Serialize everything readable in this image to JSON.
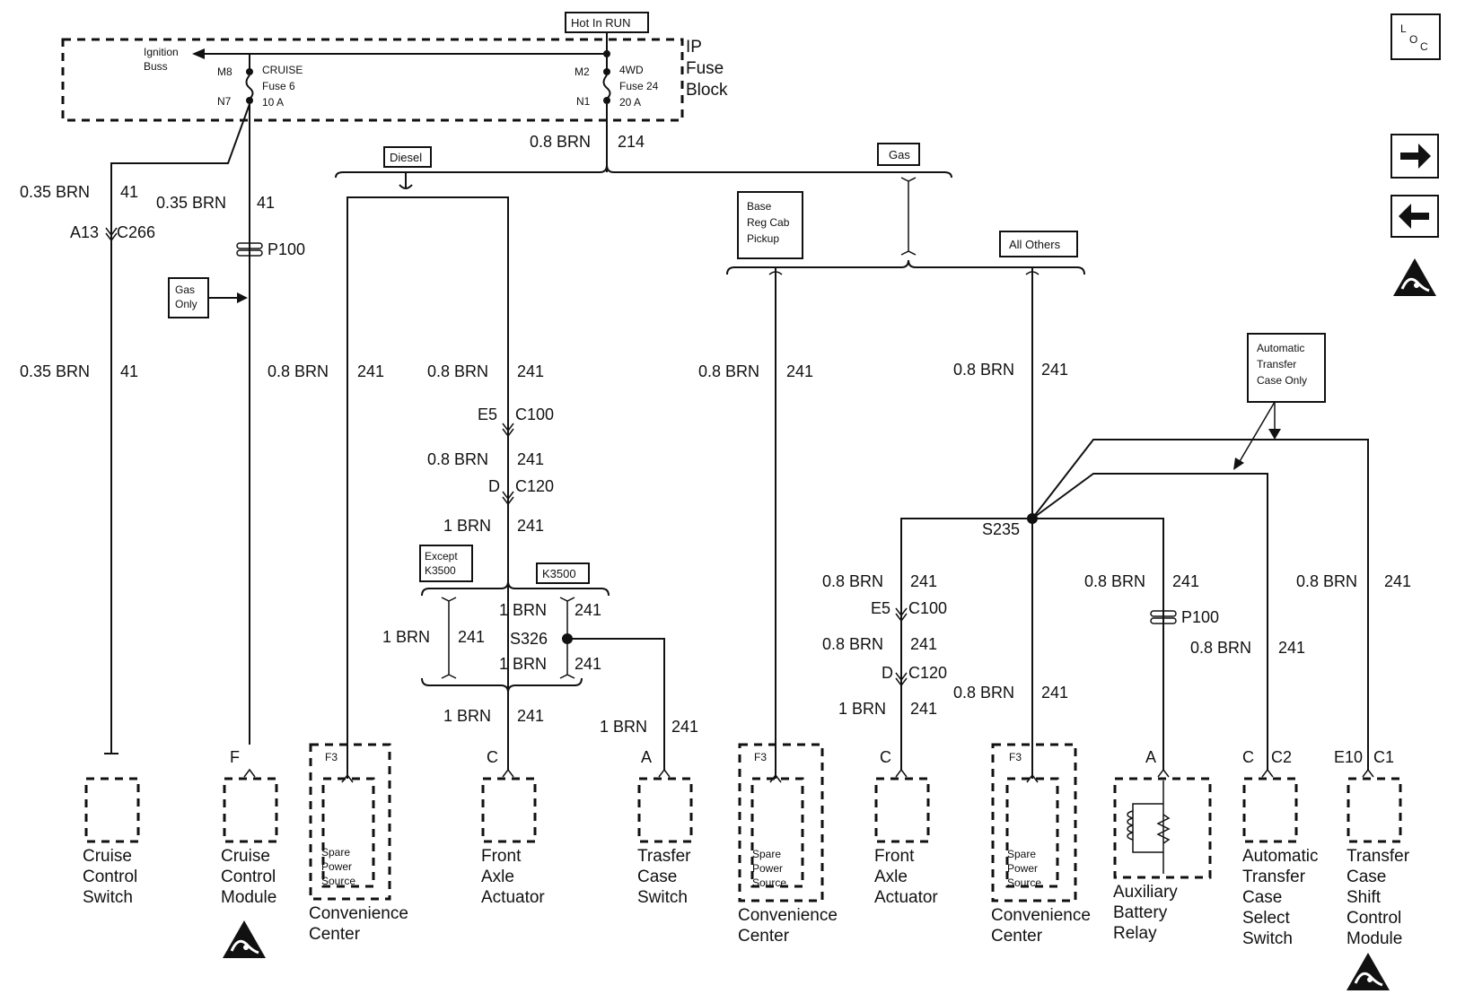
{
  "fuse_block": {
    "label": [
      "IP",
      "Fuse",
      "Block"
    ],
    "hot_in_run": "Hot In RUN",
    "ignition_buss": [
      "Ignition",
      "Buss"
    ],
    "fuse_left": {
      "top_cavity": "M8",
      "bottom_cavity": "N7",
      "name": "CRUISE",
      "fuse": "Fuse 6",
      "rating": "10 A"
    },
    "fuse_right": {
      "top_cavity": "M2",
      "bottom_cavity": "N1",
      "name": "4WD",
      "fuse": "Fuse 24",
      "rating": "20 A"
    }
  },
  "wires": {
    "w214": {
      "gauge": "0.8 BRN",
      "circuit": "214"
    },
    "c41a": {
      "gauge": "0.35 BRN",
      "circuit": "41"
    },
    "c41b": {
      "gauge": "0.35 BRN",
      "circuit": "41"
    },
    "c41c": {
      "gauge": "0.35 BRN",
      "circuit": "41"
    },
    "w241_diesel_cc": {
      "gauge": "0.8 BRN",
      "circuit": "241"
    },
    "w241_diesel_a": {
      "gauge": "0.8 BRN",
      "circuit": "241"
    },
    "w241_diesel_b": {
      "gauge": "0.8 BRN",
      "circuit": "241"
    },
    "w241_diesel_c": {
      "gauge": "1 BRN",
      "circuit": "241"
    },
    "w241_except": {
      "gauge": "1 BRN",
      "circuit": "241"
    },
    "w241_k3500_top": {
      "gauge": "1 BRN",
      "circuit": "241"
    },
    "w241_k3500_bot": {
      "gauge": "1 BRN",
      "circuit": "241"
    },
    "w241_front_axle1": {
      "gauge": "1 BRN",
      "circuit": "241"
    },
    "w241_transfer": {
      "gauge": "1 BRN",
      "circuit": "241"
    },
    "w241_base": {
      "gauge": "0.8 BRN",
      "circuit": "241"
    },
    "w241_all": {
      "gauge": "0.8 BRN",
      "circuit": "241"
    },
    "w241_fa2_a": {
      "gauge": "0.8 BRN",
      "circuit": "241"
    },
    "w241_fa2_b": {
      "gauge": "0.8 BRN",
      "circuit": "241"
    },
    "w241_fa2_c": {
      "gauge": "1 BRN",
      "circuit": "241"
    },
    "w241_cc3": {
      "gauge": "0.8 BRN",
      "circuit": "241"
    },
    "w241_relay": {
      "gauge": "0.8 BRN",
      "circuit": "241"
    },
    "w241_atcs": {
      "gauge": "0.8 BRN",
      "circuit": "241"
    },
    "w241_tccm": {
      "gauge": "0.8 BRN",
      "circuit": "241"
    }
  },
  "connectors": {
    "c266": {
      "pin": "A13",
      "name": "C266"
    },
    "p100a": {
      "name": "P100"
    },
    "p100b": {
      "name": "P100"
    },
    "c100a": {
      "pin": "E5",
      "name": "C100"
    },
    "c120a": {
      "pin": "D",
      "name": "C120"
    },
    "c100b": {
      "pin": "E5",
      "name": "C100"
    },
    "c120b": {
      "pin": "D",
      "name": "C120"
    }
  },
  "splices": {
    "s326": "S326",
    "s235": "S235"
  },
  "option_labels": {
    "diesel": "Diesel",
    "gas": "Gas",
    "gas_only": [
      "Gas",
      "Only"
    ],
    "base_reg_cab": [
      "Base",
      "Reg Cab",
      "Pickup"
    ],
    "all_others": "All Others",
    "except_k3500": [
      "Except",
      "K3500"
    ],
    "k3500": "K3500",
    "auto_transfer": [
      "Automatic",
      "Transfer",
      "Case Only"
    ]
  },
  "components": {
    "cruise_switch": {
      "label": [
        "Cruise",
        "Control",
        "Switch"
      ]
    },
    "cruise_module": {
      "pin": "F",
      "label": [
        "Cruise",
        "Control",
        "Module"
      ]
    },
    "conv1": {
      "pin": "F3",
      "inner": [
        "Spare",
        "Power",
        "Source"
      ],
      "label": [
        "Convenience",
        "Center"
      ]
    },
    "front_axle1": {
      "pin": "C",
      "label": [
        "Front",
        "Axle",
        "Actuator"
      ]
    },
    "transfer_switch": {
      "pin": "A",
      "label": [
        "Trasfer",
        "Case",
        "Switch"
      ]
    },
    "conv2": {
      "pin": "F3",
      "inner": [
        "Spare",
        "Power",
        "Source"
      ],
      "label": [
        "Convenience",
        "Center"
      ]
    },
    "front_axle2": {
      "pin": "C",
      "label": [
        "Front",
        "Axle",
        "Actuator"
      ]
    },
    "conv3": {
      "pin": "F3",
      "inner": [
        "Spare",
        "Power",
        "Source"
      ],
      "label": [
        "Convenience",
        "Center"
      ]
    },
    "aux_relay": {
      "pin": "A",
      "label": [
        "Auxiliary",
        "Battery",
        "Relay"
      ]
    },
    "atcs": {
      "pin_left": "C",
      "pin_right": "C2",
      "label": [
        "Automatic",
        "Transfer",
        "Case",
        "Select",
        "Switch"
      ]
    },
    "tccm": {
      "pin_left": "E10",
      "pin_right": "C1",
      "label": [
        "Transfer",
        "Case",
        "Shift",
        "Control",
        "Module"
      ]
    }
  },
  "side_nav": {
    "loc": "LOC",
    "next": "next-arrow",
    "prev": "previous-arrow",
    "esd": "esd-warning-icon"
  }
}
